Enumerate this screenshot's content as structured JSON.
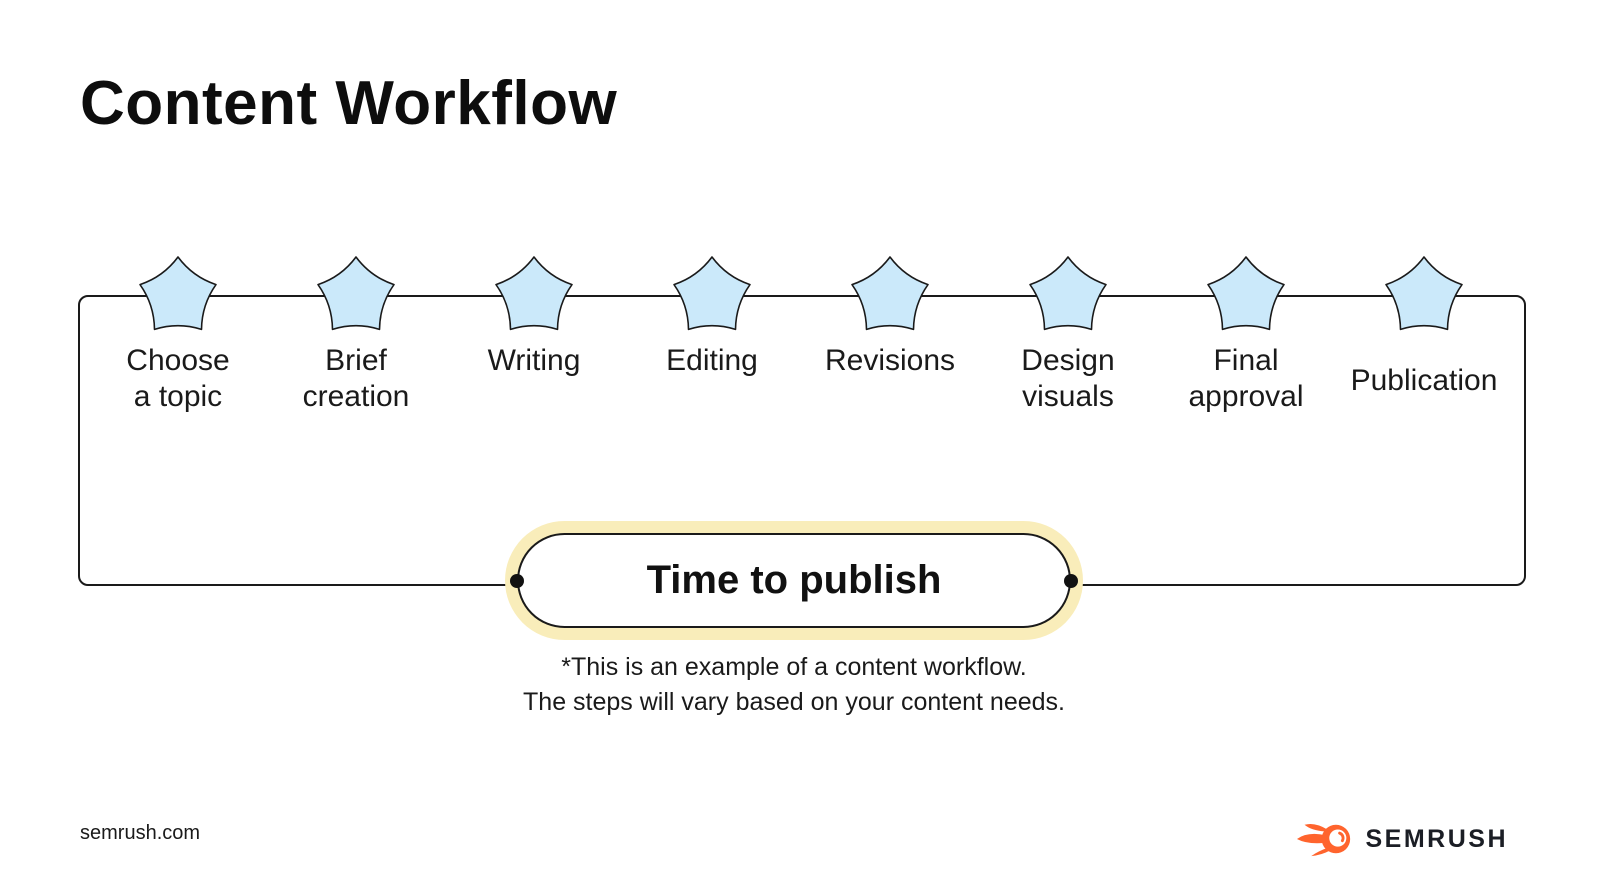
{
  "title": "Content Workflow",
  "steps": [
    {
      "line1": "Choose",
      "line2": "a topic"
    },
    {
      "line1": "Brief",
      "line2": "creation"
    },
    {
      "line1": "Writing"
    },
    {
      "line1": "Editing"
    },
    {
      "line1": "Revisions"
    },
    {
      "line1": "Design",
      "line2": "visuals"
    },
    {
      "line1": "Final",
      "line2": "approval"
    },
    {
      "line1": "Publication"
    }
  ],
  "pill": {
    "label": "Time to publish"
  },
  "footnote": {
    "line1": "*This is an example of a content workflow.",
    "line2": "The steps will vary based on your content needs."
  },
  "footer": {
    "site": "semrush.com",
    "brand": "SEMRUSH"
  },
  "colors": {
    "star_fill": "#CBE9FA",
    "outline": "#1a1a1a",
    "pill_ring": "#F9EDBA",
    "brand_orange": "#FF642D",
    "text": "#1a1a1a"
  }
}
